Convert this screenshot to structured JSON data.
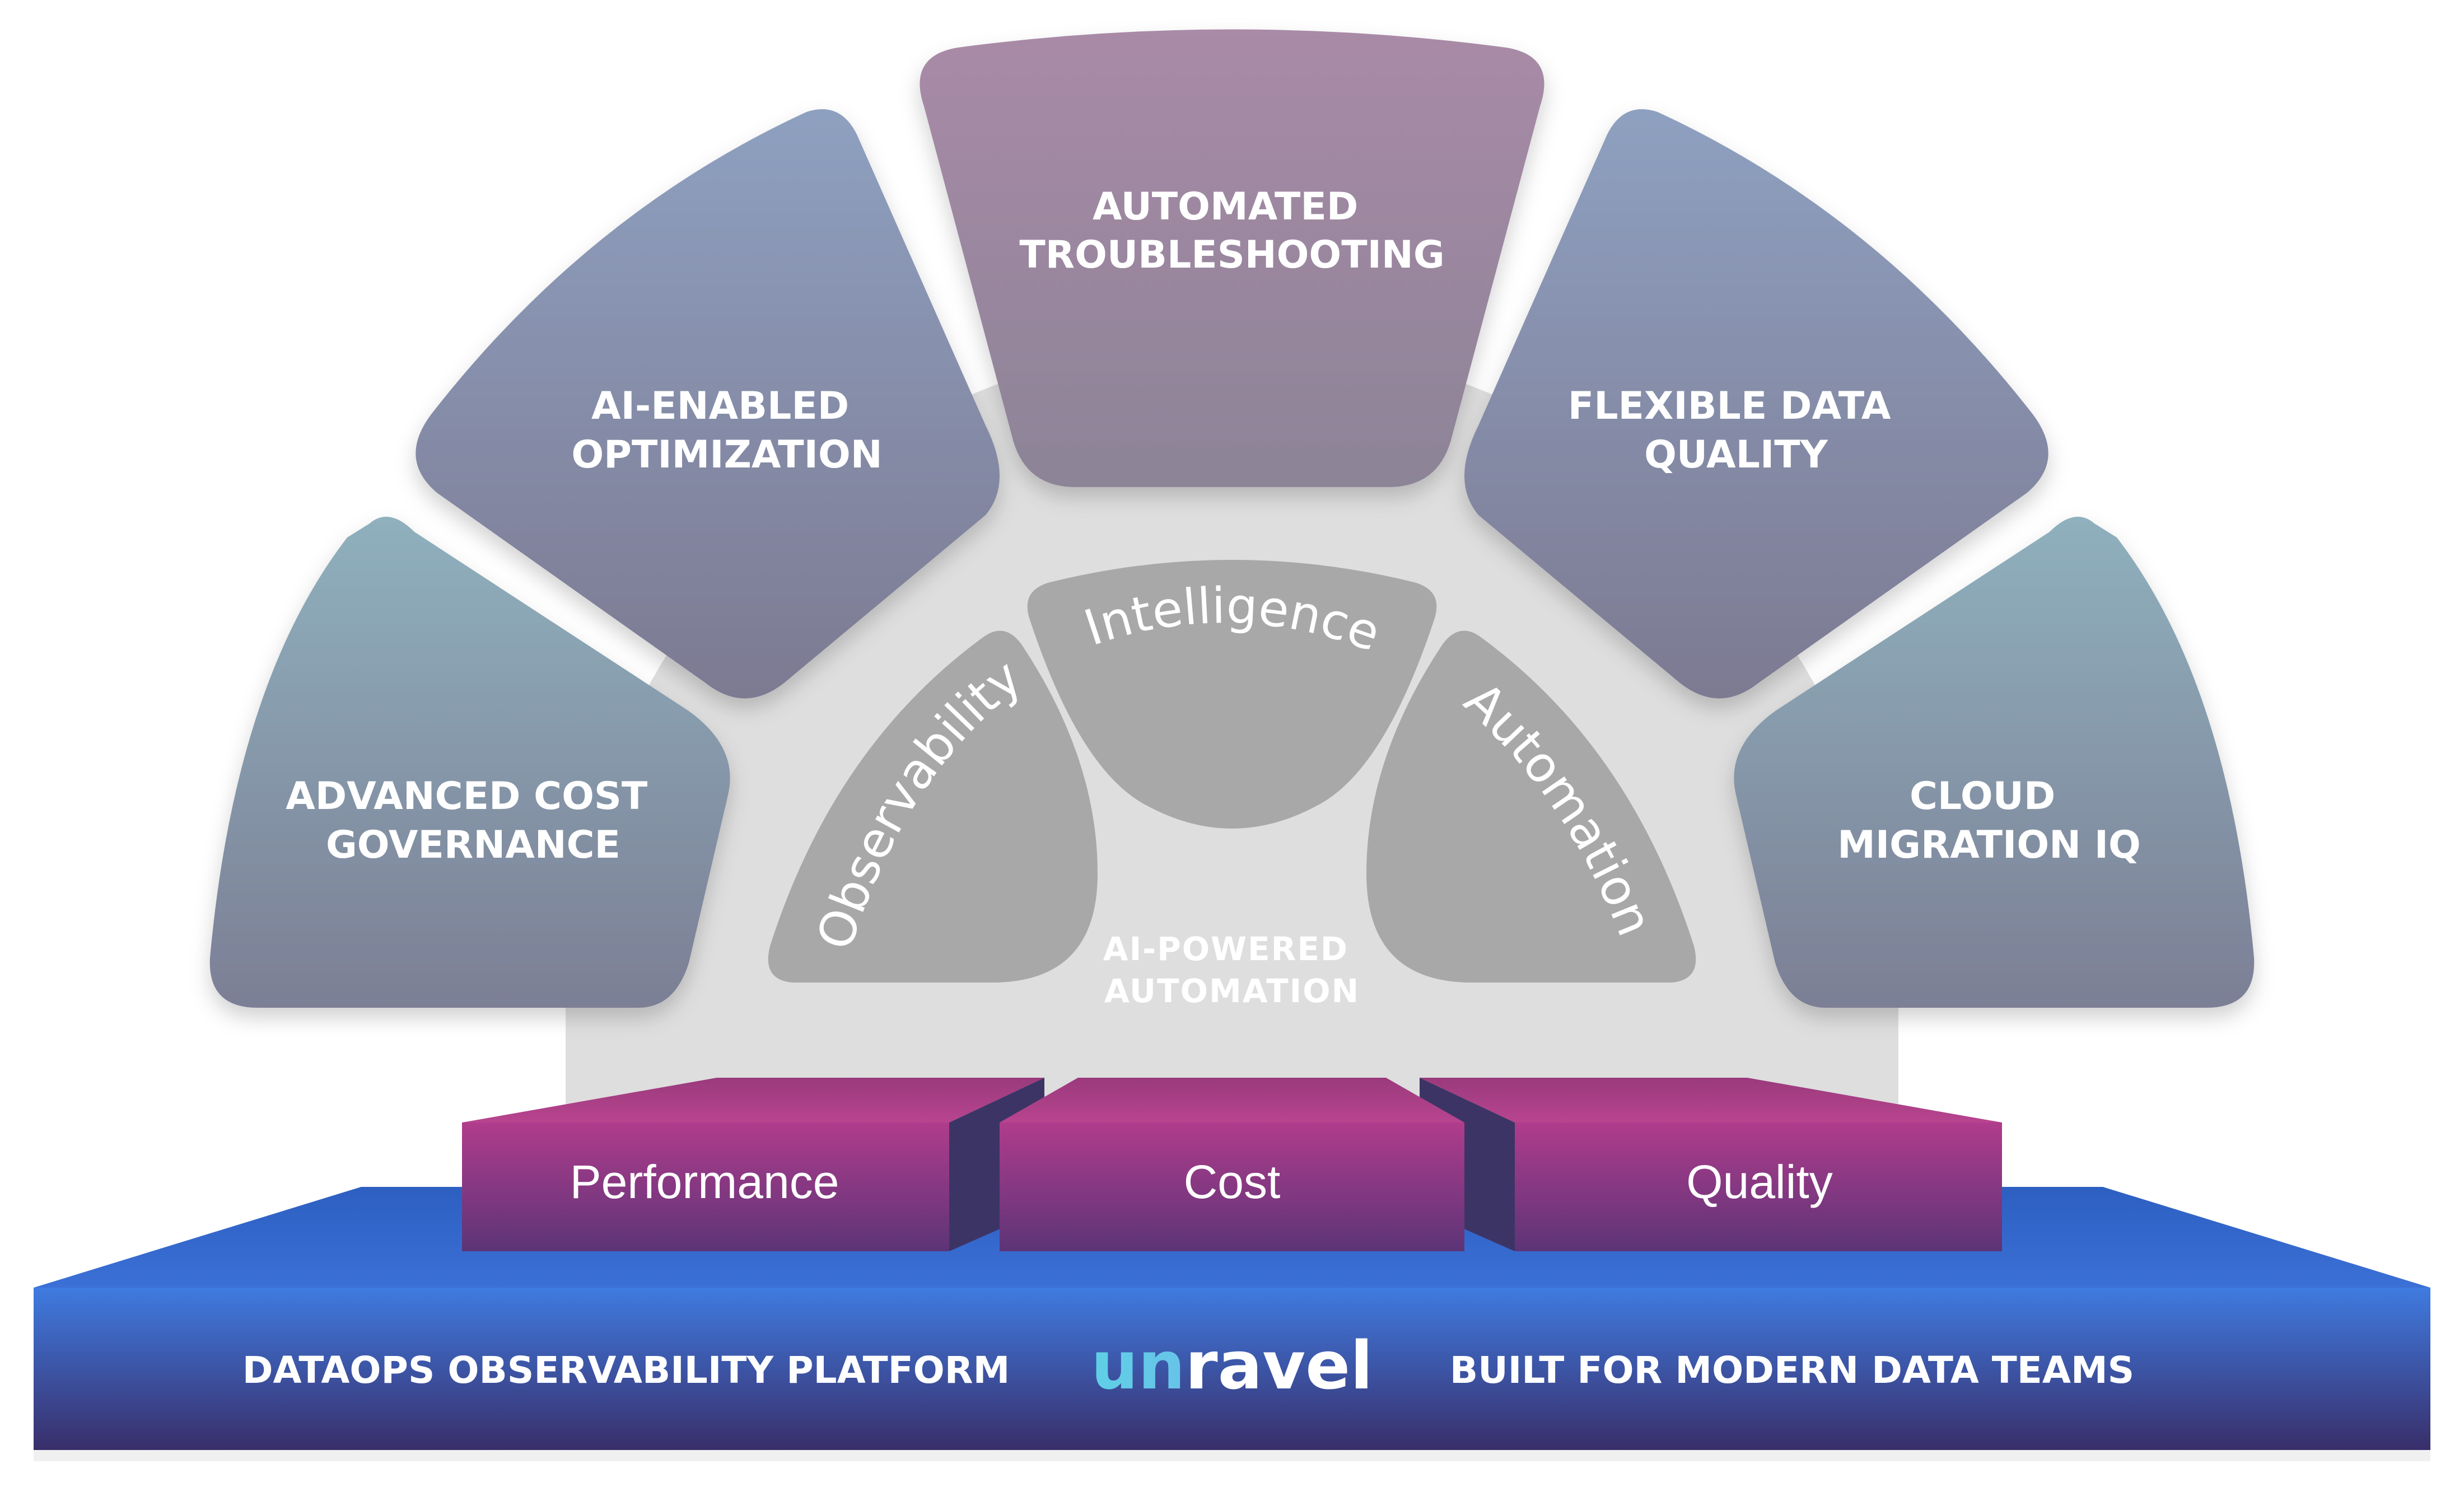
{
  "segments": [
    {
      "id": "advanced-cost-governance",
      "lines": [
        "ADVANCED COST",
        "GOVERNANCE"
      ]
    },
    {
      "id": "ai-enabled-optimization",
      "lines": [
        "AI-ENABLED",
        "OPTIMIZATION"
      ]
    },
    {
      "id": "automated-troubleshooting",
      "lines": [
        "AUTOMATED",
        "TROUBLESHOOTING"
      ]
    },
    {
      "id": "flexible-data-quality",
      "lines": [
        "FLEXIBLE DATA",
        "QUALITY"
      ]
    },
    {
      "id": "cloud-migration-iq",
      "lines": [
        "CLOUD",
        "MIGRATION IQ"
      ]
    }
  ],
  "core": {
    "observability": "Observability",
    "intelligence": "Intelligence",
    "automation": "Automation",
    "hub_lines": [
      "AI-POWERED",
      "AUTOMATION"
    ]
  },
  "pillars": [
    "Performance",
    "Cost",
    "Quality"
  ],
  "base": {
    "left": "DATAOPS OBSERVABILITY PLATFORM",
    "logo_prefix": "un",
    "logo_suffix": "ravel",
    "right": "BUILT FOR MODERN DATA TEAMS"
  },
  "colors": {
    "segment": "#8b8fa8",
    "segment_top": "#9a7f9c",
    "pillar": "#a83d86",
    "base": "#3f6fd0",
    "hub": "#dcdcdc",
    "core_leaf": "#a6a6a6"
  }
}
